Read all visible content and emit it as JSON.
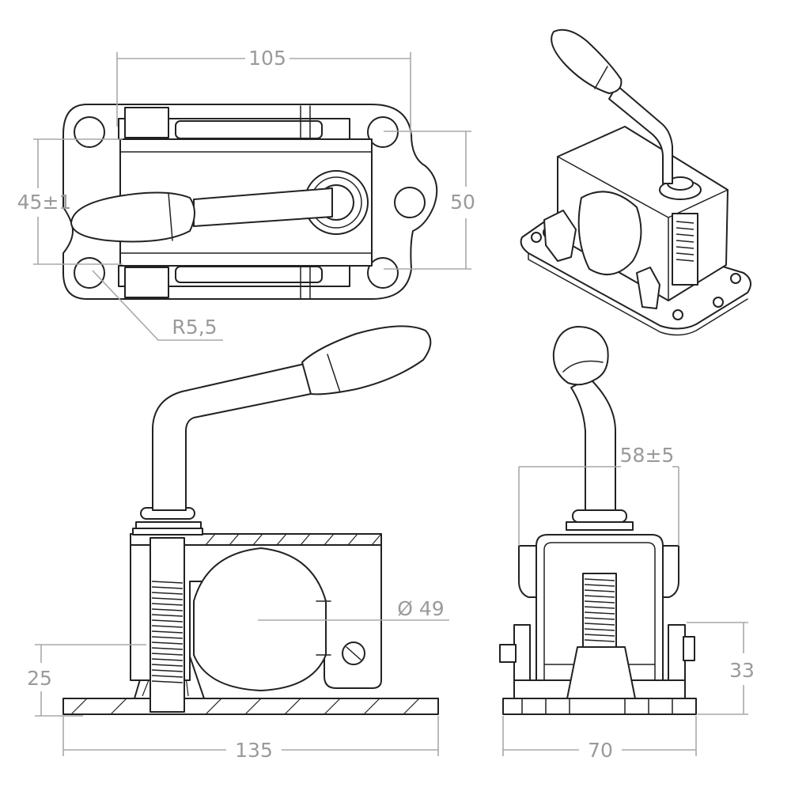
{
  "figure": {
    "dimensions": {
      "top_width": "105",
      "top_depth": "45±1",
      "top_plate_depth": "50",
      "corner_radius": "R5,5",
      "front_width": "135",
      "front_height": "25",
      "tube_diameter": "Ø 49",
      "side_opening": "58±5",
      "side_width": "70",
      "side_height": "33"
    }
  },
  "colors": {
    "outline": "#222222",
    "dimension": "#a8a8a8",
    "dimension_text": "#9a9a9a"
  }
}
